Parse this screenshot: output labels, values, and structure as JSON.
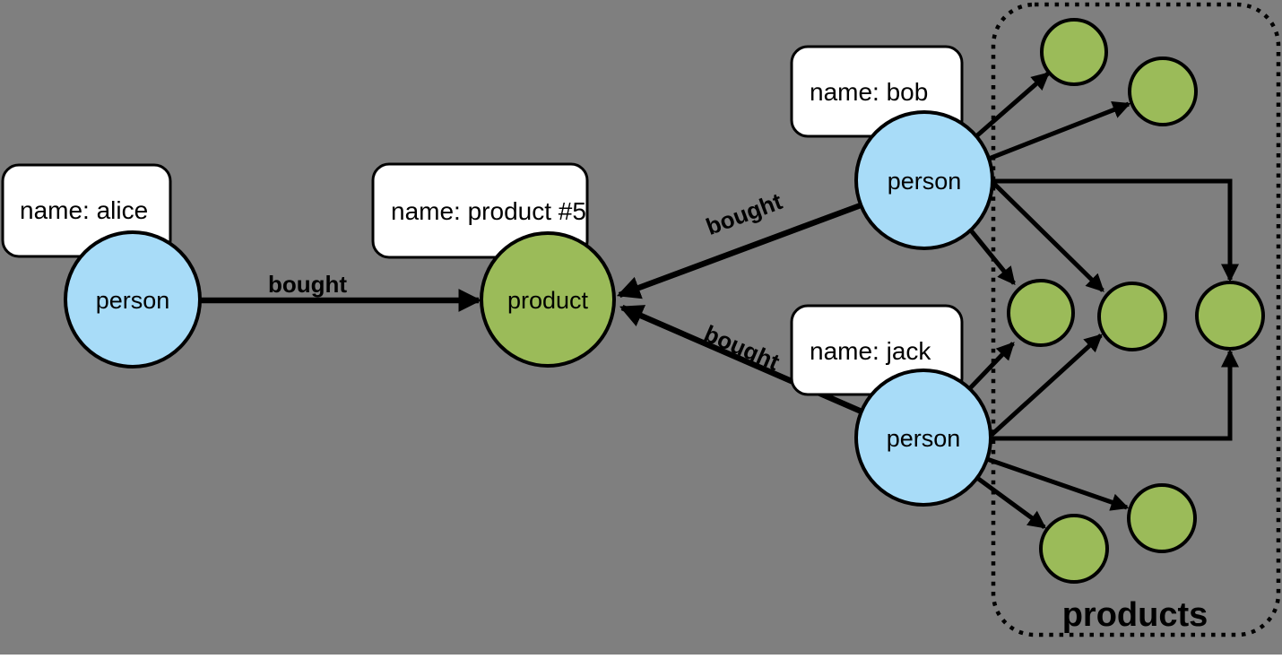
{
  "colors": {
    "background": "#7F7F7F",
    "person_node_fill": "#A8DCF8",
    "product_node_fill": "#9BBB59",
    "property_box_fill": "#FFFFFF",
    "edge_color": "#000000"
  },
  "nodes": {
    "alice": {
      "type_label": "person",
      "property_label": "name: alice"
    },
    "bob": {
      "type_label": "person",
      "property_label": "name: bob"
    },
    "jack": {
      "type_label": "person",
      "property_label": "name: jack"
    },
    "product5": {
      "type_label": "product",
      "property_label": "name: product #5"
    }
  },
  "edges": {
    "alice_bought": {
      "label": "bought"
    },
    "bob_bought": {
      "label": "bought"
    },
    "jack_bought": {
      "label": "bought"
    }
  },
  "groups": {
    "products": {
      "label": "products",
      "member_count": 7
    }
  }
}
